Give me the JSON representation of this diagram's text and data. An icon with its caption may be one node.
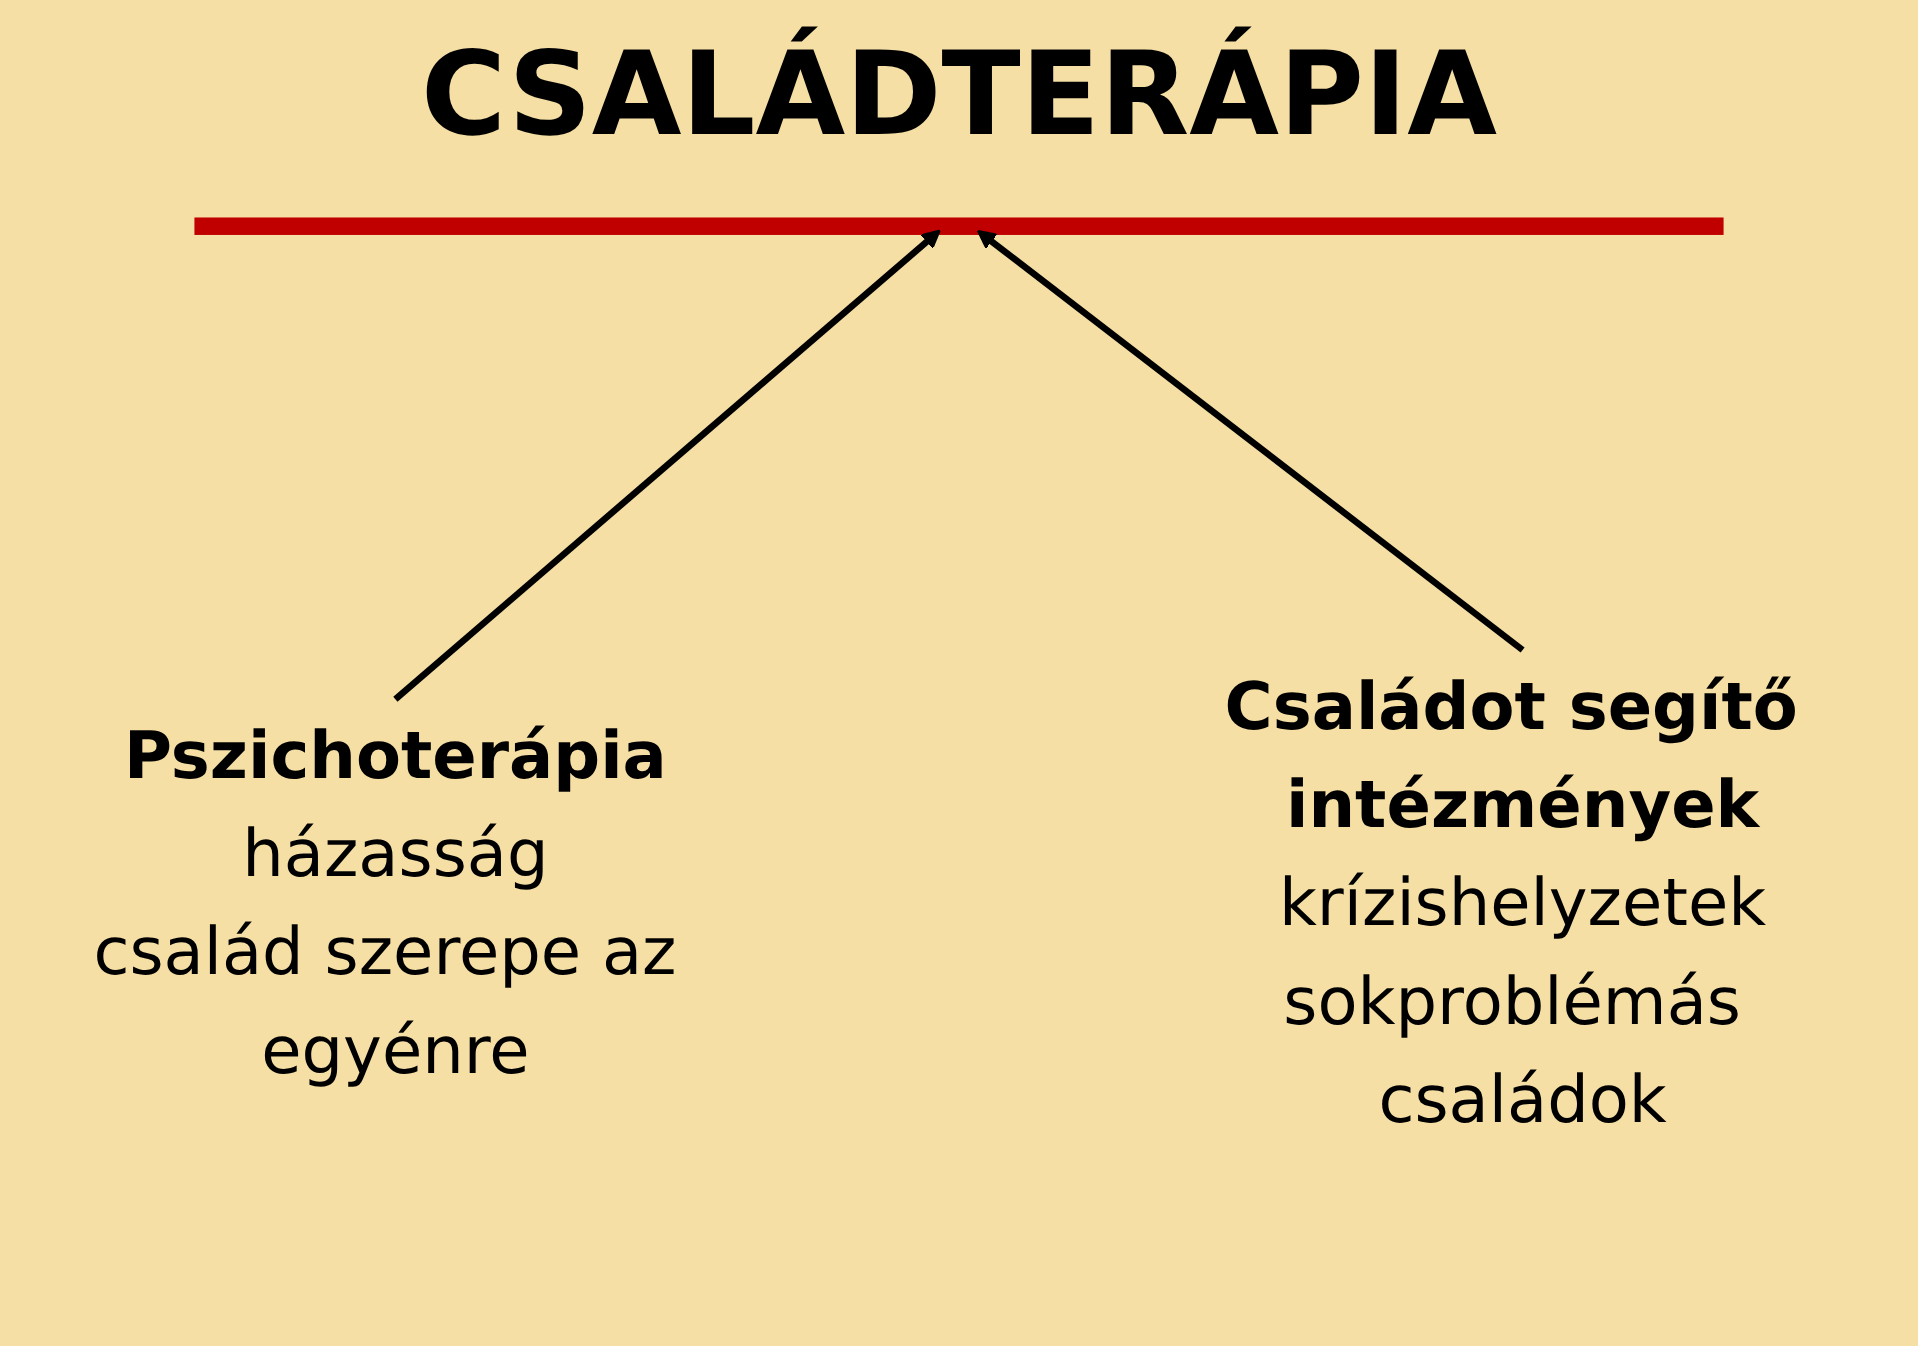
{
  "diagram": {
    "title": "CSALÁDTERÁPIA",
    "nodes": [
      {
        "text": [],
        "shape": "bar"
      },
      {
        "text": [
          "Pszichoterápia",
          "házasság",
          "család szerepe az egyénre"
        ]
      },
      {
        "text": [
          "Családot segítő intézmények",
          "krízishelyzetek",
          "sokproblémás családok"
        ]
      }
    ],
    "edges": [
      {
        "from": 1,
        "to": 0,
        "arrow": "to"
      },
      {
        "from": 2,
        "to": 0,
        "arrow": "to"
      }
    ]
  }
}
